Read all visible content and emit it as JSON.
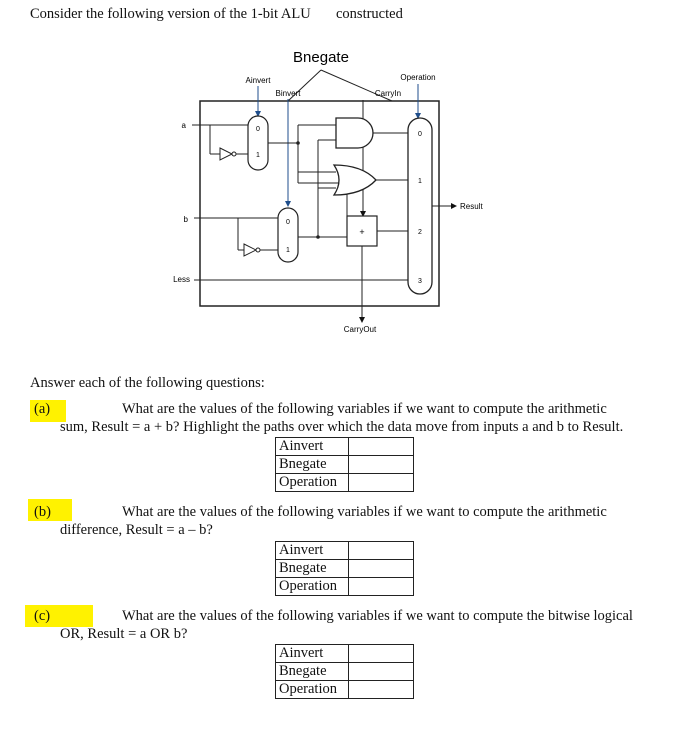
{
  "intro": {
    "text": "Consider the following version of the 1-bit ALU",
    "suffix": "constructed"
  },
  "diagram": {
    "title": "Bnegate",
    "labels": {
      "ainvert": "Ainvert",
      "binvert": "Binvert",
      "operation": "Operation",
      "carryin": "CarryIn",
      "carryout": "CarryOut",
      "result": "Result",
      "a": "a",
      "b": "b",
      "less": "Less"
    },
    "mux_a": [
      "0",
      "1"
    ],
    "mux_b": [
      "0",
      "1"
    ],
    "mux_result": [
      "0",
      "1",
      "2",
      "3"
    ],
    "adder_symbol": "+"
  },
  "prompt": "Answer each of the following questions:",
  "questions": [
    {
      "tag": "(a)",
      "line1": "What are the values of the following variables if we want to compute the arithmetic",
      "line2": "sum, Result = a + b? Highlight the paths over which the data move from inputs a and b to Result.",
      "rows": [
        "Ainvert",
        "Bnegate",
        "Operation"
      ]
    },
    {
      "tag": "(b)",
      "line1": "What are the values of the following variables if we want to compute the arithmetic",
      "line2": "difference, Result = a – b?",
      "rows": [
        "Ainvert",
        "Bnegate",
        "Operation"
      ]
    },
    {
      "tag": "(c)",
      "line1": "What are the values of the following variables if we want to compute the bitwise logical",
      "line2": "OR, Result = a OR b?",
      "rows": [
        "Ainvert",
        "Bnegate",
        "Operation"
      ]
    }
  ],
  "colors": {
    "highlight": "#fff200",
    "wire": "#111111",
    "arrow": "#1f4e8c"
  }
}
